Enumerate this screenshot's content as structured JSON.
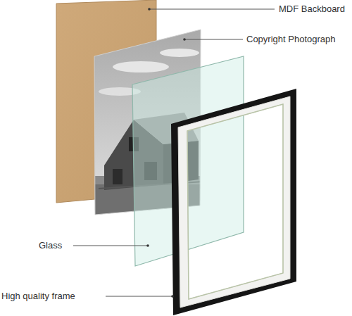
{
  "diagram": {
    "labels": [
      "MDF Backboard",
      "Copyright Photograph",
      "Glass",
      "High quality frame"
    ]
  }
}
